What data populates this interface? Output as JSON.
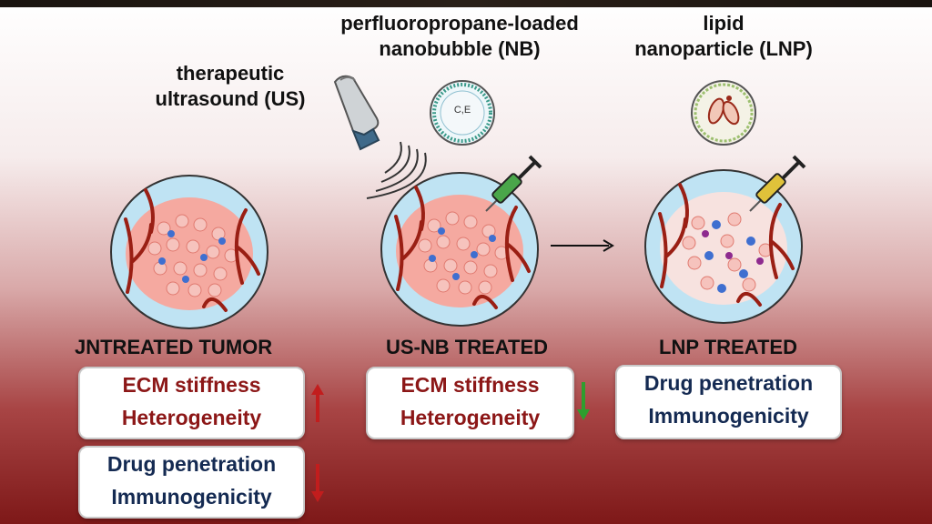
{
  "labels": {
    "ultrasound": [
      "therapeutic",
      "ultrasound (US)"
    ],
    "nanobubble": [
      "perfluoropropane-loaded",
      "nanobubble (NB)"
    ],
    "nanobubble_core": "C,E",
    "lnp": [
      "lipid",
      "nanoparticle (LNP)"
    ]
  },
  "panels": [
    {
      "title": "JNTREATED TUMOR",
      "box1": [
        "ECM stiffness",
        "Heterogeneity"
      ],
      "box1_trend": "up",
      "box2": [
        "Drug penetration",
        "Immunogenicity"
      ],
      "box2_trend": "down"
    },
    {
      "title": "US-NB TREATED",
      "box1": [
        "ECM stiffness",
        "Heterogeneity"
      ],
      "box1_trend": "down"
    },
    {
      "title": "LNP TREATED",
      "box1": [
        "Drug penetration",
        "Immunogenicity"
      ]
    }
  ],
  "colors": {
    "up_arrow": "#c21d1d",
    "down_arrow_red": "#c21d1d",
    "down_arrow_green": "#2e9e2e",
    "red_text": "#8c1717",
    "navy_text": "#142a52"
  }
}
